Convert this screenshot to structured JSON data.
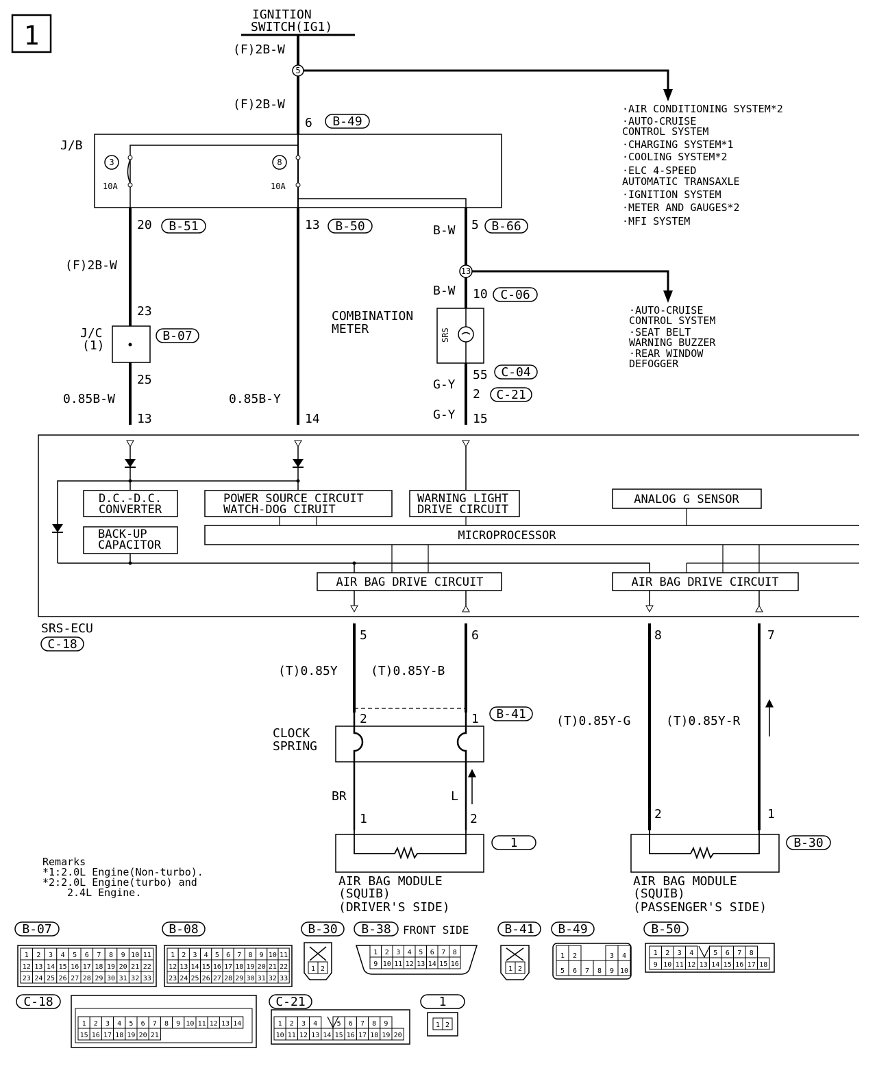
{
  "page_number": "1",
  "ignition": {
    "line1": "IGNITION",
    "line2": "SWITCH(IG1)"
  },
  "wire_labels": {
    "ig_top": "(F)2B-W",
    "ig_mid": "(F)2B-W",
    "jb_left_out": "(F)2B-W",
    "bw_1": "B-W",
    "bw_2": "B-W",
    "gy_1": "G-Y",
    "gy_2": "G-Y",
    "w_085bw": "0.85B-W",
    "w_085by": "0.85B-Y",
    "driver_y": "(T)0.85Y",
    "driver_yb": "(T)0.85Y-B",
    "pass_yg": "(T)0.85Y-G",
    "pass_yr": "(T)0.85Y-R",
    "br": "BR",
    "l": "L"
  },
  "pins": {
    "p6": "6",
    "p20": "20",
    "p13a": "13",
    "p5a": "5",
    "p10": "10",
    "p23": "23",
    "p25": "25",
    "p55": "55",
    "p2a": "2",
    "p15": "15",
    "p13b": "13",
    "p14": "14",
    "p5b": "5",
    "p6b": "6",
    "p8": "8",
    "p7": "7",
    "cs2": "2",
    "cs1": "1",
    "m1": "1",
    "m2": "2",
    "pm2": "2",
    "pm1": "1"
  },
  "connectors": {
    "b49": "B-49",
    "b51": "B-51",
    "b50": "B-50",
    "b66": "B-66",
    "c06": "C-06",
    "b07": "B-07",
    "c04": "C-04",
    "c21": "C-21",
    "c18": "C-18",
    "b41": "B-41",
    "mod1": "1",
    "b30": "B-30"
  },
  "junction": {
    "j5": "5",
    "j13": "13"
  },
  "jb": {
    "label": "J/B",
    "fuse_left_no": "3",
    "fuse_right_no": "8",
    "fuse_left_amp": "10A",
    "fuse_right_amp": "10A"
  },
  "jc": {
    "line1": "J/C",
    "line2": "(1)"
  },
  "combination_meter": {
    "line1": "COMBINATION",
    "line2": "METER",
    "lamp": "SRS"
  },
  "branch_systems_1": [
    [
      "·AIR CONDITIONING SYSTEM*2"
    ],
    [
      "·AUTO-CRUISE",
      " CONTROL SYSTEM"
    ],
    [
      "·CHARGING SYSTEM*1"
    ],
    [
      "·COOLING SYSTEM*2"
    ],
    [
      "·ELC 4-SPEED",
      " AUTOMATIC TRANSAXLE"
    ],
    [
      "·IGNITION SYSTEM"
    ],
    [
      "·METER AND GAUGES*2"
    ],
    [
      "·MFI SYSTEM"
    ]
  ],
  "branch_systems_2": [
    [
      "·AUTO-CRUISE",
      " CONTROL SYSTEM"
    ],
    [
      "·SEAT BELT",
      " WARNING BUZZER"
    ],
    [
      "·REAR WINDOW",
      " DEFOGGER"
    ]
  ],
  "ecu": {
    "name": "SRS-ECU",
    "dcdc": [
      "D.C.-D.C.",
      "CONVERTER"
    ],
    "backup": [
      "BACK-UP",
      "CAPACITOR"
    ],
    "power": [
      "POWER SOURCE CIRCUIT",
      "WATCH-DOG CIRUIT"
    ],
    "warning": [
      "WARNING LIGHT",
      "DRIVE CIRCUIT"
    ],
    "analog": "ANALOG G SENSOR",
    "micro": "MICROPROCESSOR",
    "airbag_drive_1": "AIR BAG DRIVE CIRCUIT",
    "airbag_drive_2": "AIR BAG DRIVE CIRCUIT"
  },
  "clock_spring": {
    "line1": "CLOCK",
    "line2": "SPRING"
  },
  "module_driver": [
    "AIR BAG MODULE",
    "(SQUIB)",
    "(DRIVER'S SIDE)"
  ],
  "module_passenger": [
    "AIR BAG MODULE",
    "(SQUIB)",
    "(PASSENGER'S SIDE)"
  ],
  "remarks": {
    "title": "Remarks",
    "r1": "*1:2.0L Engine(Non-turbo).",
    "r2a": "*2:2.0L Engine(turbo) and",
    "r2b": "2.4L Engine."
  },
  "connector_views": {
    "b07": {
      "label": "B-07",
      "rows": [
        [
          "1",
          "2",
          "3",
          "4",
          "5",
          "6",
          "7",
          "8",
          "9",
          "10",
          "11"
        ],
        [
          "12",
          "13",
          "14",
          "15",
          "16",
          "17",
          "18",
          "19",
          "20",
          "21",
          "22"
        ],
        [
          "23",
          "24",
          "25",
          "26",
          "27",
          "28",
          "29",
          "30",
          "31",
          "32",
          "33"
        ]
      ]
    },
    "b08": {
      "label": "B-08",
      "rows": [
        [
          "1",
          "2",
          "3",
          "4",
          "5",
          "6",
          "7",
          "8",
          "9",
          "10",
          "11"
        ],
        [
          "12",
          "13",
          "14",
          "15",
          "16",
          "17",
          "18",
          "19",
          "20",
          "21",
          "22"
        ],
        [
          "23",
          "24",
          "25",
          "26",
          "27",
          "28",
          "29",
          "30",
          "31",
          "32",
          "33"
        ]
      ]
    },
    "b30": {
      "label": "B-30",
      "rows": [
        [
          "1",
          "2"
        ]
      ]
    },
    "b38": {
      "label": "B-38",
      "note": "FRONT SIDE",
      "rows": [
        [
          "1",
          "2",
          "3",
          "4",
          "5",
          "6",
          "7",
          "8"
        ],
        [
          "9",
          "10",
          "11",
          "12",
          "13",
          "14",
          "15",
          "16"
        ]
      ]
    },
    "b41": {
      "label": "B-41",
      "rows": [
        [
          "1",
          "2"
        ]
      ]
    },
    "b49": {
      "label": "B-49",
      "rows": [
        [
          "1",
          "2",
          "",
          "",
          "3",
          "4"
        ],
        [
          "5",
          "6",
          "7",
          "8",
          "9",
          "10"
        ]
      ]
    },
    "b50": {
      "label": "B-50",
      "rows": [
        [
          "1",
          "2",
          "3",
          "4",
          "",
          "5",
          "6",
          "7",
          "8"
        ],
        [
          "9",
          "10",
          "11",
          "12",
          "13",
          "14",
          "15",
          "16",
          "17",
          "18"
        ]
      ]
    },
    "c18": {
      "label": "C-18",
      "rows": [
        [
          "1",
          "2",
          "3",
          "4",
          "5",
          "6",
          "7",
          "8",
          "9",
          "10",
          "11",
          "12",
          "13",
          "14"
        ],
        [
          "15",
          "16",
          "17",
          "18",
          "19",
          "20",
          "21"
        ]
      ]
    },
    "c21": {
      "label": "C-21",
      "rows": [
        [
          "1",
          "2",
          "3",
          "4",
          "",
          "5",
          "6",
          "7",
          "8",
          "9"
        ],
        [
          "10",
          "11",
          "12",
          "13",
          "14",
          "15",
          "16",
          "17",
          "18",
          "19",
          "20"
        ]
      ]
    },
    "mod1": {
      "label": "1",
      "rows": [
        [
          "1",
          "2"
        ]
      ]
    }
  }
}
